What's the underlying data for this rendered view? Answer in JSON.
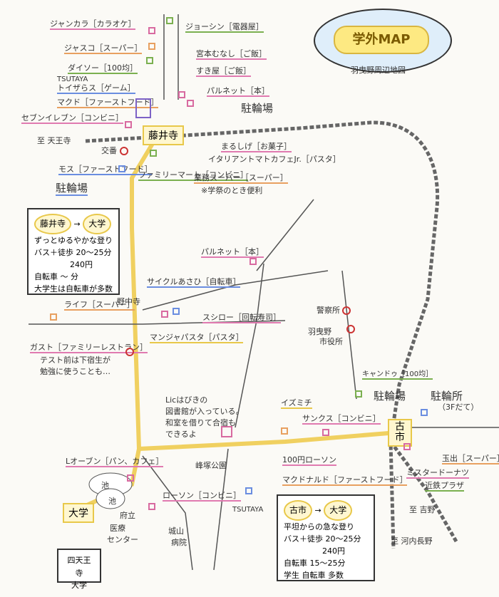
{
  "title": "学外MAP",
  "subtitle": "羽曳野周辺地図",
  "stations": {
    "fujiidera": "藤井寺",
    "furuichi": "古市"
  },
  "labels": {
    "jankara": "ジャンカラ［カラオケ］",
    "jasco": "ジャスコ［スーパー］",
    "daiso": "ダイソー［100均］",
    "tsutaya": "TSUTAYA",
    "toysrus": "トイザらス［ゲーム］",
    "mac1": "マクド［ファーストフード］",
    "seven": "セブンイレブン［コンビニ］",
    "to_tennoji": "至 天王寺",
    "joshin": "ジョーシン［電器屋］",
    "miyamoto": "宮本むなし［ご飯］",
    "sukiya": "すき屋［ご飯］",
    "palnet1": "パルネット［本］",
    "parking1": "駐輪場",
    "koban": "交番",
    "mos": "モス［ファーストフード］",
    "parking2": "駐輪場",
    "familymart": "ファミリーマート［コンビニ］",
    "marushige": "まるしげ［お菓子］",
    "italian": "イタリアントマトカフェJr.［パスタ］",
    "gyomu": "業務スーパー［スーパー］",
    "gyomu_note": "※学祭のとき便利",
    "palnet2": "パルネット［本］",
    "cycle": "サイクルあさひ［自転車］",
    "life": "ライフ［スーパー］",
    "nonaka": "野中寺",
    "sushiro": "スシロー［回転寿司］",
    "manjiya": "マンジャパスタ［パスタ］",
    "gusto": "ガスト［ファミリーレストラン］",
    "gusto_note1": "テスト前は下宿生が",
    "gusto_note2": "勉強に使うことも…",
    "police": "警察所",
    "cityhall1": "羽曳野",
    "cityhall2": "市役所",
    "candle": "キャンドゥ［100均］",
    "parking3": "駐輪場",
    "parking4": "駐輪所",
    "parking4_note": "（3Fだて）",
    "izumichi": "イズミチ",
    "sunkus": "サンクス［コンビニ］",
    "lic1": "Licはびきの",
    "lic2": "図書館が入っている。",
    "lic3": "和室を借りて合宿も",
    "lic4": "できるよ",
    "tamade": "玉出［スーパー］",
    "loven": "Lオーブン［パン、カフェ］",
    "mine_park": "峰塚公園",
    "lawson100": "100円ローソン",
    "mcdonald": "マクドナルド［ファーストフード］",
    "misdo": "ミスタードーナツ",
    "kintetsu": "近鉄プラザ",
    "to_yoshino": "至 吉野",
    "pond1": "池",
    "pond2": "池",
    "university": "大学",
    "hospital1": "府立",
    "hospital2": "医療",
    "hospital3": "センター",
    "lawson": "ローソン［コンビニ］",
    "tsutaya2": "TSUTAYA",
    "shiroyama1": "城山",
    "shiroyama2": "病院",
    "to_kawachinagano": "至 河内長野",
    "shitennoji1": "四天王寺",
    "shitennoji2": "大学"
  },
  "box_fujiidera": {
    "from": "藤井寺",
    "to": "大学",
    "line1": "ずっとゆるやかな登り",
    "line2": "バス＋徒歩 20〜25分",
    "line3": "240円",
    "line4": "自転車 〜 分",
    "line5": "大学生は自転車が多数"
  },
  "box_furuichi": {
    "from": "古市",
    "to": "大学",
    "line1": "平坦からの急な登り",
    "line2": "バス＋徒歩 20〜25分",
    "line3": "240円",
    "line4": "自転車 15〜25分",
    "line5": "学生 自転車 多数"
  }
}
